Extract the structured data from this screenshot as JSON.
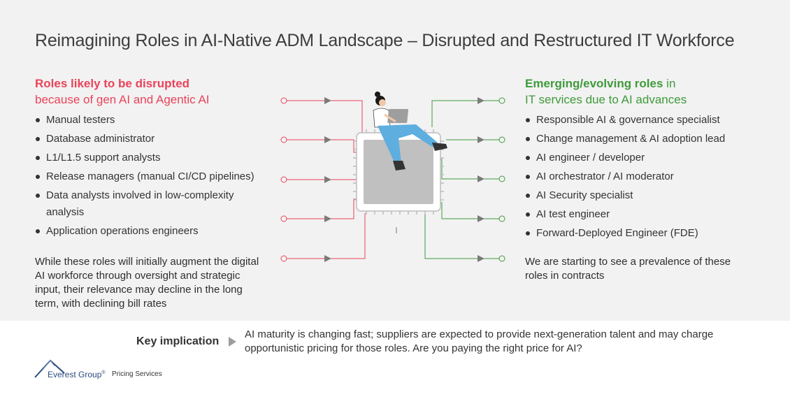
{
  "title": "Reimagining Roles in AI-Native ADM Landscape – Disrupted and Restructured IT Workforce",
  "left": {
    "heading_bold": "Roles likely to be disrupted",
    "heading_sub": "because of gen AI and Agentic AI",
    "items": [
      "Manual testers",
      "Database administrator",
      "L1/L1.5 support analysts",
      "Release managers (manual CI/CD pipelines)",
      "Data analysts involved in low-complexity analysis",
      "Application operations engineers"
    ],
    "note": "While these roles will initially augment the digital AI workforce through oversight and strategic input, their relevance may decline in the long term, with declining bill rates"
  },
  "right": {
    "heading_bold": "Emerging/evolving roles",
    "heading_rest": " in",
    "heading_sub": "IT services due to AI advances",
    "items": [
      "Responsible AI & governance specialist",
      "Change management & AI adoption lead",
      "AI engineer / developer",
      "AI orchestrator / AI moderator",
      "AI Security specialist",
      "AI test engineer",
      "Forward-Deployed Engineer (FDE)"
    ],
    "note": "We are starting to see a prevalence of these roles in contracts"
  },
  "implication": {
    "label": "Key implication",
    "text": "AI maturity is changing fast; suppliers are expected to provide next-generation talent and may charge opportunistic pricing for those roles. Are you paying the right price for AI?"
  },
  "logo": {
    "name": "Everest Group",
    "mark": "®",
    "service": "Pricing Services"
  },
  "colors": {
    "disrupted": "#e9435a",
    "emerging": "#3f9a3b",
    "chip": "#bdbdbd",
    "arrow": "#7a7a7a"
  }
}
